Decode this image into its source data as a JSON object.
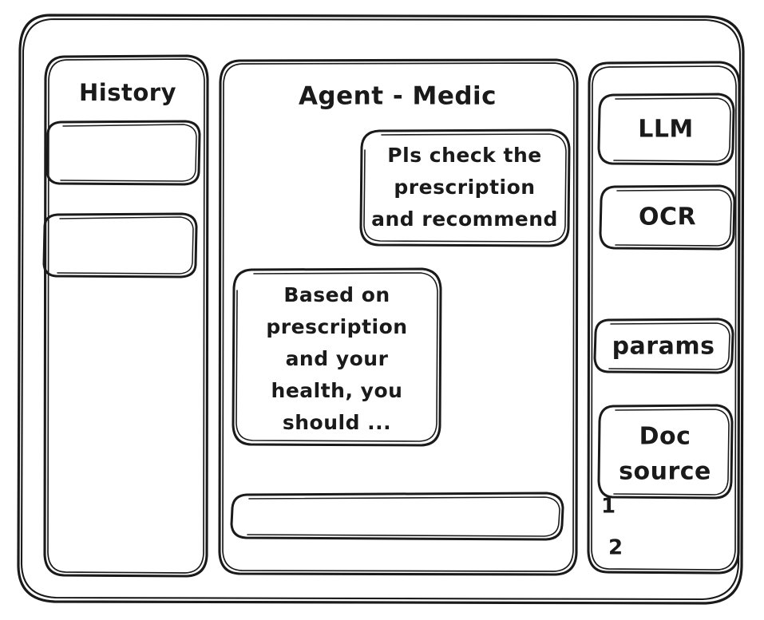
{
  "window": {
    "name": "agent-medic-wireframe",
    "stroke_color": "#1a1a1a",
    "background_color": "#ffffff"
  },
  "sidebar_left": {
    "title": "History",
    "items": [
      {
        "label": "",
        "name": "history-item-1"
      },
      {
        "label": "",
        "name": "history-item-2"
      }
    ]
  },
  "main": {
    "title": "Agent - Medic",
    "messages": [
      {
        "role": "user",
        "text": "Pls check the prescription and recommend",
        "lines": [
          "Pls check the",
          "prescription",
          "and recommend"
        ]
      },
      {
        "role": "agent",
        "text": "Based on prescription and your health, you should ...",
        "lines": [
          "Based on",
          "prescription",
          "and your",
          "health, you",
          "should ..."
        ]
      }
    ],
    "composer": {
      "value": "",
      "placeholder": ""
    }
  },
  "sidebar_right": {
    "buttons": [
      {
        "label": "LLM",
        "name": "tool-button-llm"
      },
      {
        "label": "OCR",
        "name": "tool-button-ocr"
      },
      {
        "label": "params",
        "name": "tool-button-params"
      }
    ],
    "doc_source": {
      "lines": [
        "Doc",
        "source"
      ],
      "label": "Doc source",
      "entries": [
        "1",
        "2"
      ]
    }
  }
}
